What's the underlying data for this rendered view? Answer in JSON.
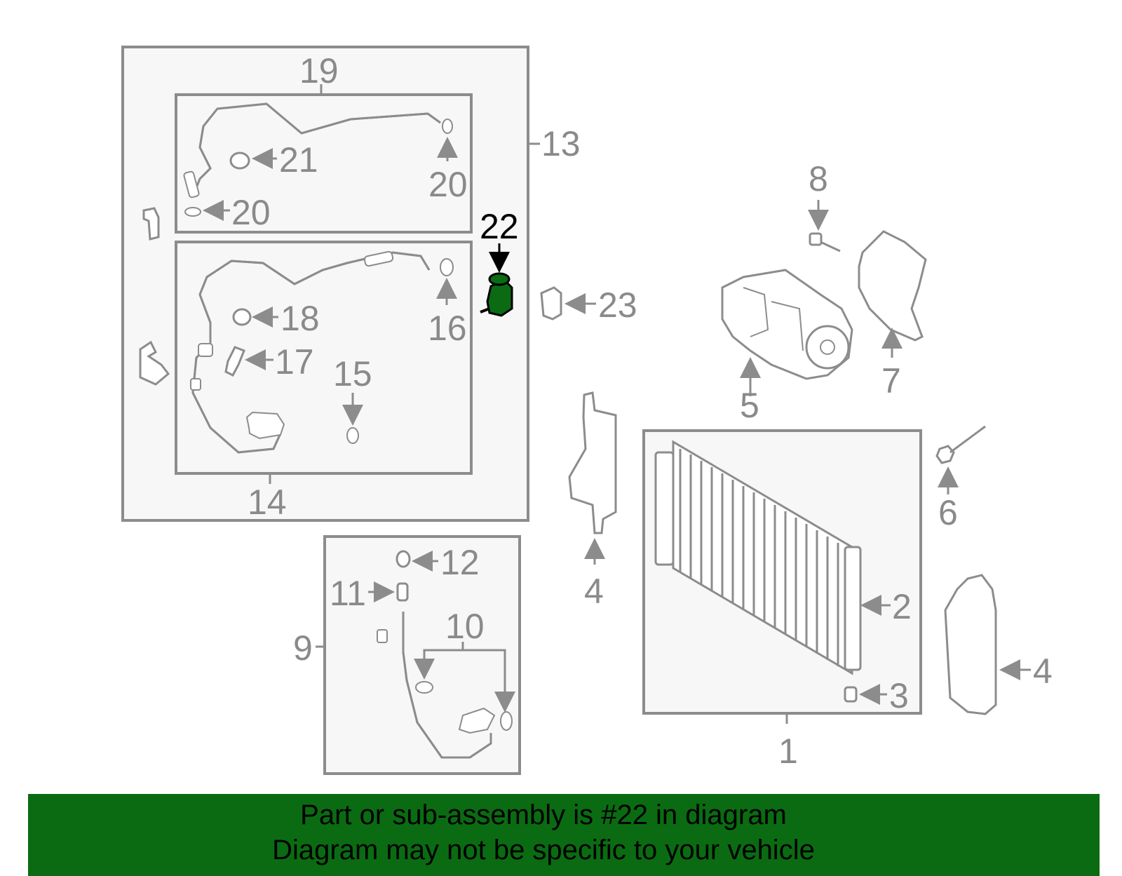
{
  "highlight_color": "#0b6b12",
  "highlighted_part": "22",
  "labels": {
    "l1": "1",
    "l2": "2",
    "l3": "3",
    "l4a": "4",
    "l4b": "4",
    "l5": "5",
    "l6": "6",
    "l7": "7",
    "l8": "8",
    "l9": "9",
    "l10": "10",
    "l11": "11",
    "l12": "12",
    "l13": "13",
    "l14": "14",
    "l15": "15",
    "l16": "16",
    "l17": "17",
    "l18": "18",
    "l19": "19",
    "l20a": "20",
    "l20b": "20",
    "l21": "21",
    "l22": "22",
    "l23": "23"
  },
  "banner": {
    "line1": "Part or sub-assembly is #22 in diagram",
    "line2": "Diagram may not be specific to your vehicle"
  }
}
